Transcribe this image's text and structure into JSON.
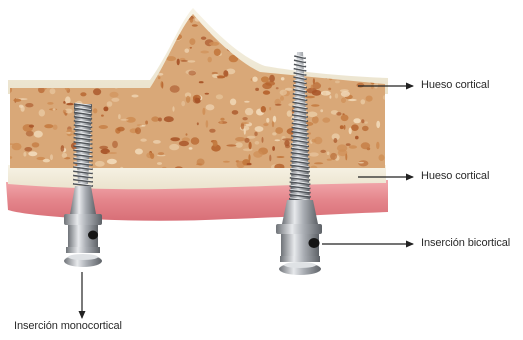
{
  "labels": {
    "top_cortical": "Hueso cortical",
    "bottom_cortical": "Hueso cortical",
    "bicortical": "Inserción bicortical",
    "monocortical": "Inserción monocortical"
  },
  "colors": {
    "cortical": "#f3eedd",
    "cancellous_base": "#d9a878",
    "pore_dark": "#b5622c",
    "pore_light": "#e9c9a2",
    "gingiva": "#e48d92",
    "metal": "#b8bcc1",
    "arrow": "#222222",
    "label_text": "#2b2b2b"
  }
}
